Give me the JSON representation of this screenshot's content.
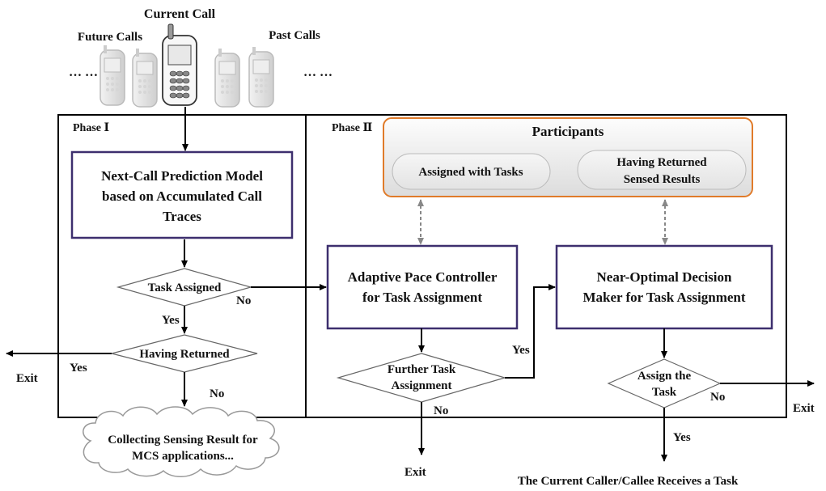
{
  "phones": {
    "current": "Current Call",
    "future": "Future Calls",
    "past": "Past Calls",
    "ellipsis": "… …"
  },
  "phases": {
    "phase1": "Phase Ⅰ",
    "phase2": "Phase Ⅱ"
  },
  "participants": {
    "title": "Participants",
    "assigned": "Assigned with Tasks",
    "returned_line1": "Having Returned",
    "returned_line2": "Sensed Results"
  },
  "boxes": {
    "prediction": [
      "Next-Call Prediction Model",
      "based on Accumulated Call",
      "Traces"
    ],
    "pace": [
      "Adaptive Pace Controller",
      "for Task Assignment"
    ],
    "decision": [
      "Near-Optimal Decision",
      "Maker for Task Assignment"
    ]
  },
  "decisions": {
    "task_assigned": "Task Assigned",
    "having_returned": "Having Returned",
    "further": [
      "Further Task",
      "Assignment"
    ],
    "assign": [
      "Assign the",
      "Task"
    ]
  },
  "labels": {
    "yes": "Yes",
    "no": "No",
    "exit": "Exit"
  },
  "cloud": [
    "Collecting Sensing Result for",
    "MCS applications..."
  ],
  "final": "The Current Caller/Callee Receives a Task",
  "colors": {
    "box_border": "#3d2f6e",
    "participants_border": "#e07b2a",
    "line": "#000000",
    "dashed": "#777777"
  }
}
